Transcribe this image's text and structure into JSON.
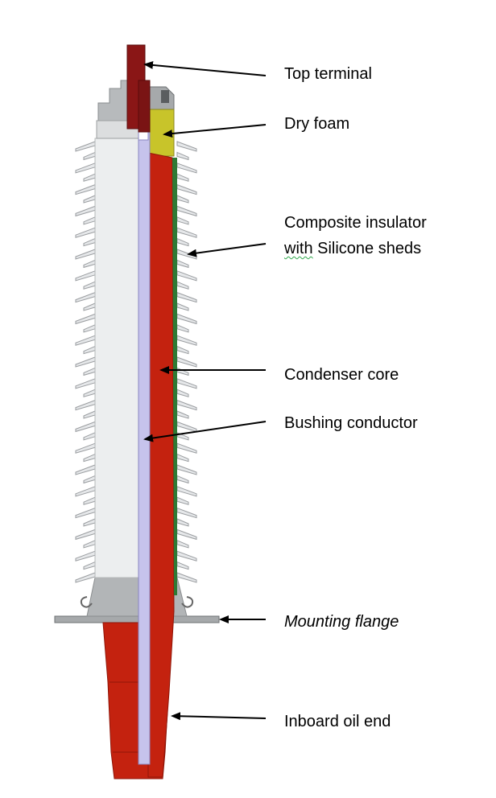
{
  "labels": {
    "top_terminal": "Top terminal",
    "dry_foam": "Dry foam",
    "composite_line1": "Composite insulator",
    "composite_word_with": "with",
    "composite_rest": " Silicone sheds",
    "condenser_core": "Condenser core",
    "bushing_conductor": "Bushing conductor",
    "mounting_flange": "Mounting flange",
    "inboard_oil_end": "Inboard oil end"
  },
  "colors": {
    "conductor": "#c6c3ec",
    "core_red": "#c4220f",
    "terminal": "#7a1414",
    "foam": "#c8c42a",
    "shed_fill": "#e8eaec",
    "housing_grey": "#b4b7b9",
    "metal_dark": "#8c8f91",
    "green_layer": "#2f7a35"
  }
}
